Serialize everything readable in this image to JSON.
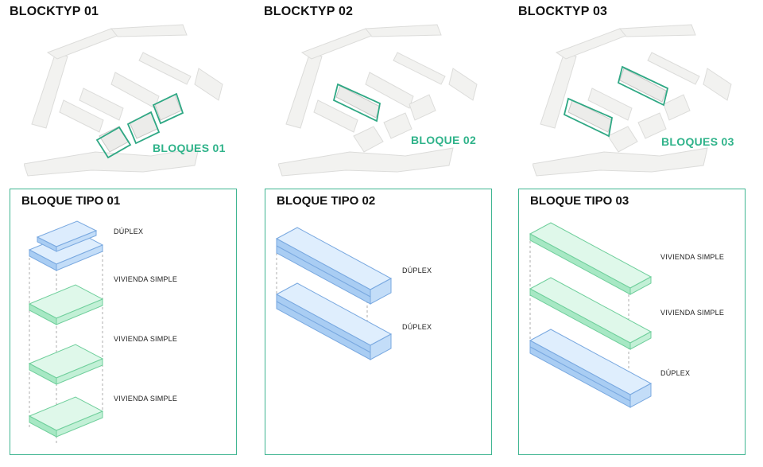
{
  "columns": [
    {
      "title": "BLOCKTYP 01",
      "site_label": "BLOQUES 01",
      "panel_title": "BLOQUE TIPO 01",
      "layers": [
        {
          "type": "duplex",
          "label": "DÚPLEX"
        },
        {
          "type": "simple",
          "label": "VIVIENDA SIMPLE"
        },
        {
          "type": "simple",
          "label": "VIVIENDA SIMPLE"
        },
        {
          "type": "simple",
          "label": "VIVIENDA SIMPLE"
        }
      ]
    },
    {
      "title": "BLOCKTYP 02",
      "site_label": "BLOQUE 02",
      "panel_title": "BLOQUE TIPO 02",
      "layers": [
        {
          "type": "duplex",
          "label": "DÚPLEX"
        },
        {
          "type": "duplex",
          "label": "DÚPLEX"
        }
      ]
    },
    {
      "title": "BLOCKTYP 03",
      "site_label": "BLOQUES 03",
      "panel_title": "BLOQUE TIPO 03",
      "layers": [
        {
          "type": "simple",
          "label": "VIVIENDA SIMPLE"
        },
        {
          "type": "simple",
          "label": "VIVIENDA SIMPLE"
        },
        {
          "type": "duplex",
          "label": "DÚPLEX"
        }
      ]
    }
  ],
  "colors": {
    "accent": "#3fb591",
    "duplex": "#cfe3fb",
    "duplex_edge": "#7aa9e0",
    "simple": "#d5f6e3",
    "simple_edge": "#70cf9c",
    "massing": "#f1f1ef"
  }
}
